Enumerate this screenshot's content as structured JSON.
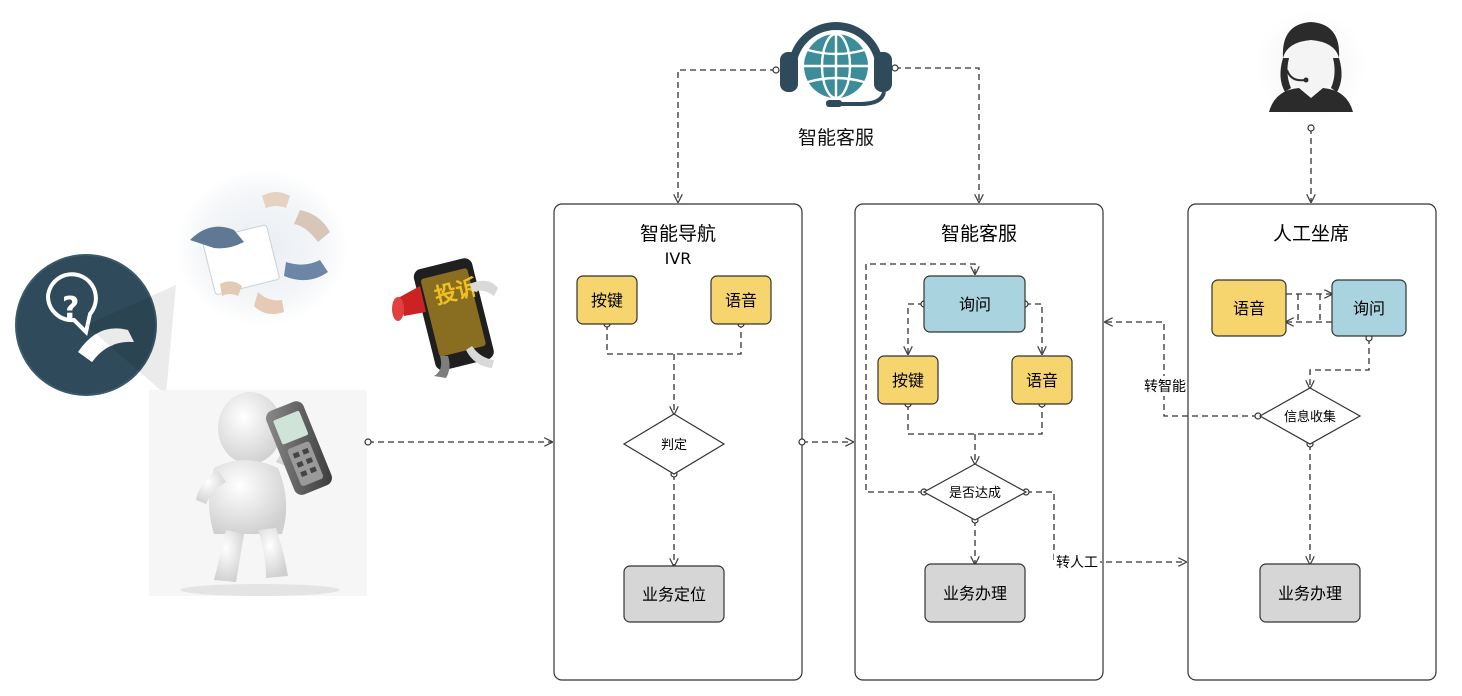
{
  "header": {
    "smart_cs_label": "智能客服"
  },
  "lanes": {
    "navigation": {
      "title": "智能导航",
      "subtitle": "IVR",
      "key_label": "按键",
      "voice_label": "语音",
      "decision_label": "判定",
      "result_label": "业务定位"
    },
    "smart": {
      "title": "智能客服",
      "inquiry_label": "询问",
      "key_label": "按键",
      "voice_label": "语音",
      "decision_label": "是否达成",
      "result_label": "业务办理"
    },
    "agent": {
      "title": "人工坐席",
      "voice_label": "语音",
      "inquiry_label": "询问",
      "decision_label": "信息收集",
      "result_label": "业务办理"
    }
  },
  "edges": {
    "to_smart_label": "转智能",
    "to_agent_label": "转人工"
  },
  "left_images": {
    "complaint_text": "投诉"
  },
  "colors": {
    "yellow": "#F7D56E",
    "blue": "#A9D3DF",
    "gray": "#D6D6D6",
    "teal": "#3D8C9A",
    "dark": "#2F4A5A"
  }
}
